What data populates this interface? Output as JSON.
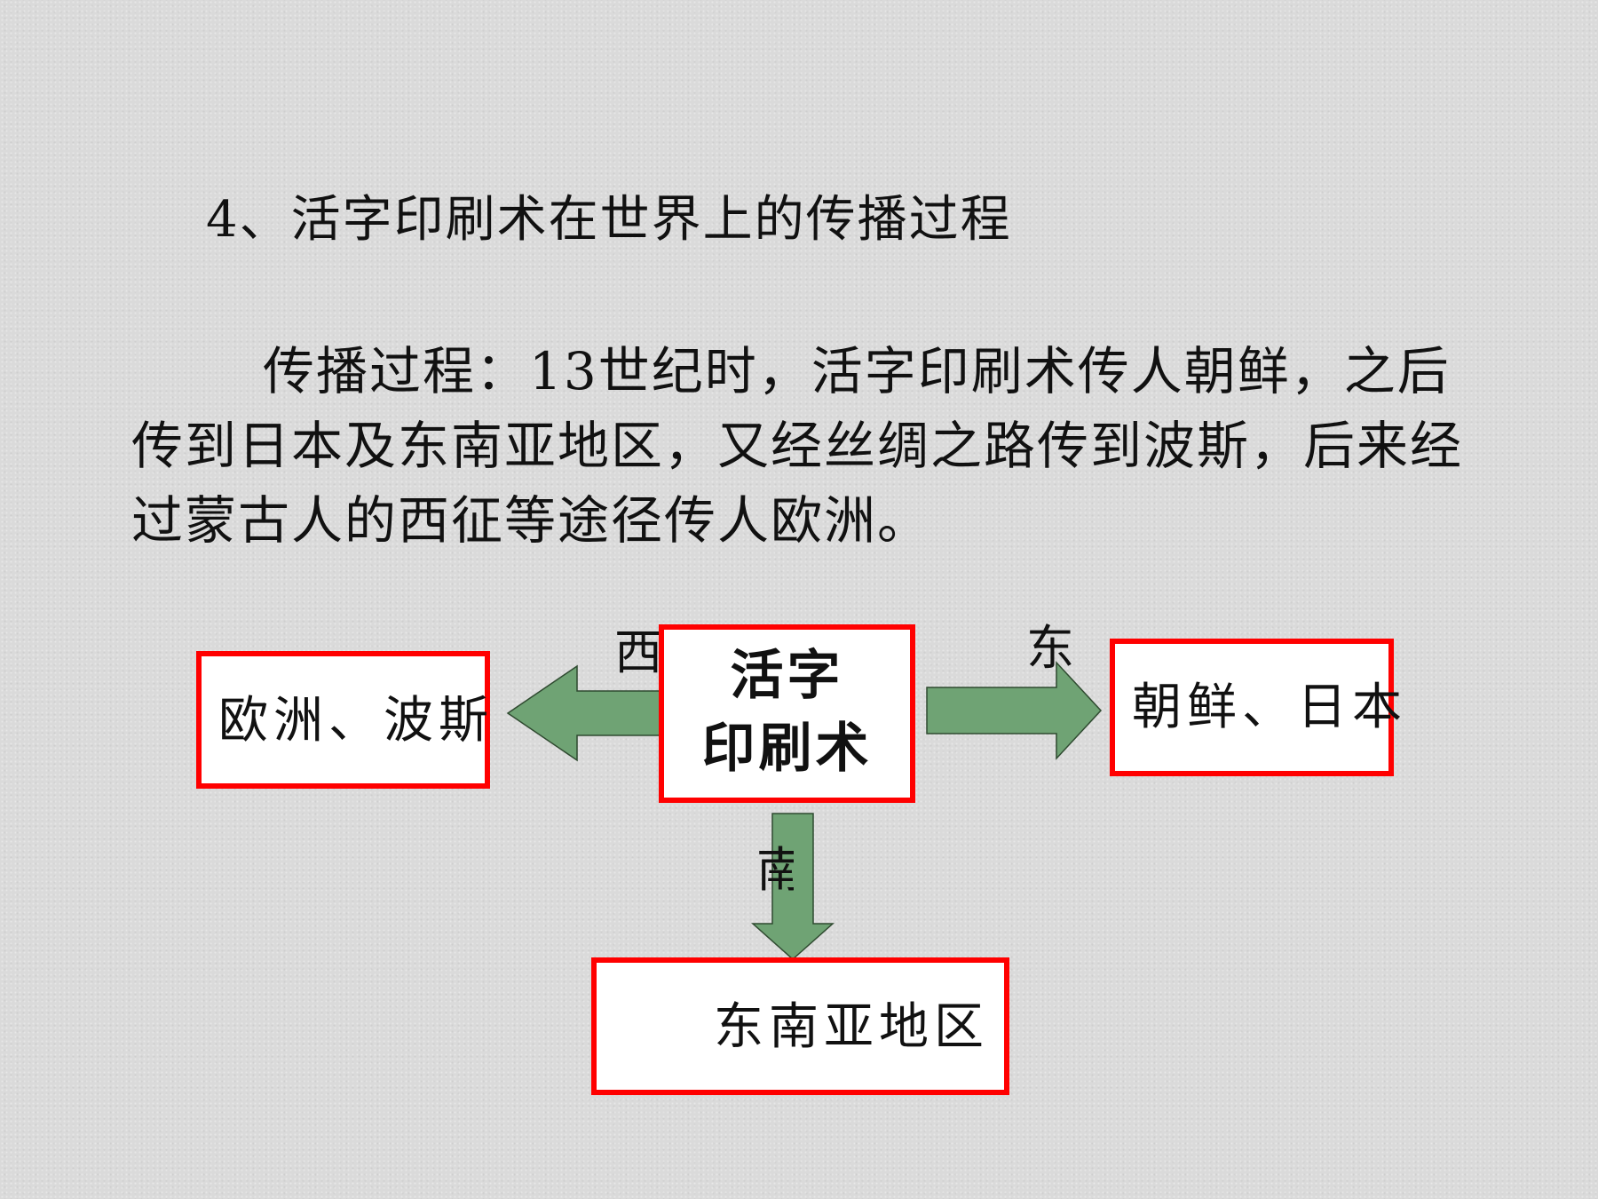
{
  "heading": "4、活字印刷术在世界上的传播过程",
  "paragraph": "传播过程：13世纪时，活字印刷术传人朝鲜，之后传到日本及东南亚地区，又经丝绸之路传到波斯，后来经过蒙古人的西征等途径传人欧洲。",
  "diagram": {
    "center_lines": [
      "活字",
      "印刷术"
    ],
    "west_label": "西",
    "east_label": "东",
    "south_label": "南",
    "west_destination": "欧洲、波斯",
    "east_destination": "朝鲜、日本",
    "south_destination": "东南亚地区"
  },
  "colors": {
    "background": "#dadada",
    "box_border": "#ff0000",
    "box_fill": "#ffffff",
    "arrow_fill": "#6fa374",
    "arrow_stroke": "#2f4a30"
  }
}
